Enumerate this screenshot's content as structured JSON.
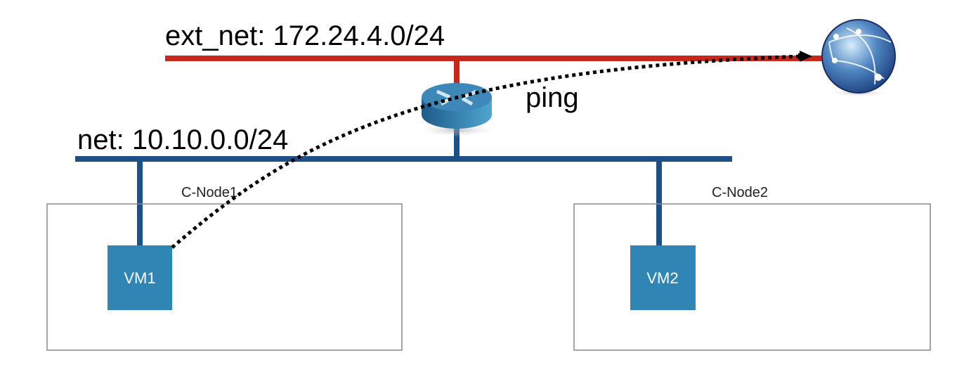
{
  "ext_net": {
    "label": "ext_net: 172.24.4.0/24",
    "color": "#c8281c"
  },
  "net": {
    "label": "net: 10.10.0.0/24",
    "color": "#1e5088"
  },
  "ping_label": "ping",
  "nodes": [
    {
      "label": "C-Node1",
      "vm": "VM1"
    },
    {
      "label": "C-Node2",
      "vm": "VM2"
    }
  ],
  "colors": {
    "vm": "#2f86b4",
    "node_border": "#888888",
    "ping_path": "#000000"
  },
  "icons": {
    "router": "router-icon",
    "internet": "globe-icon"
  }
}
